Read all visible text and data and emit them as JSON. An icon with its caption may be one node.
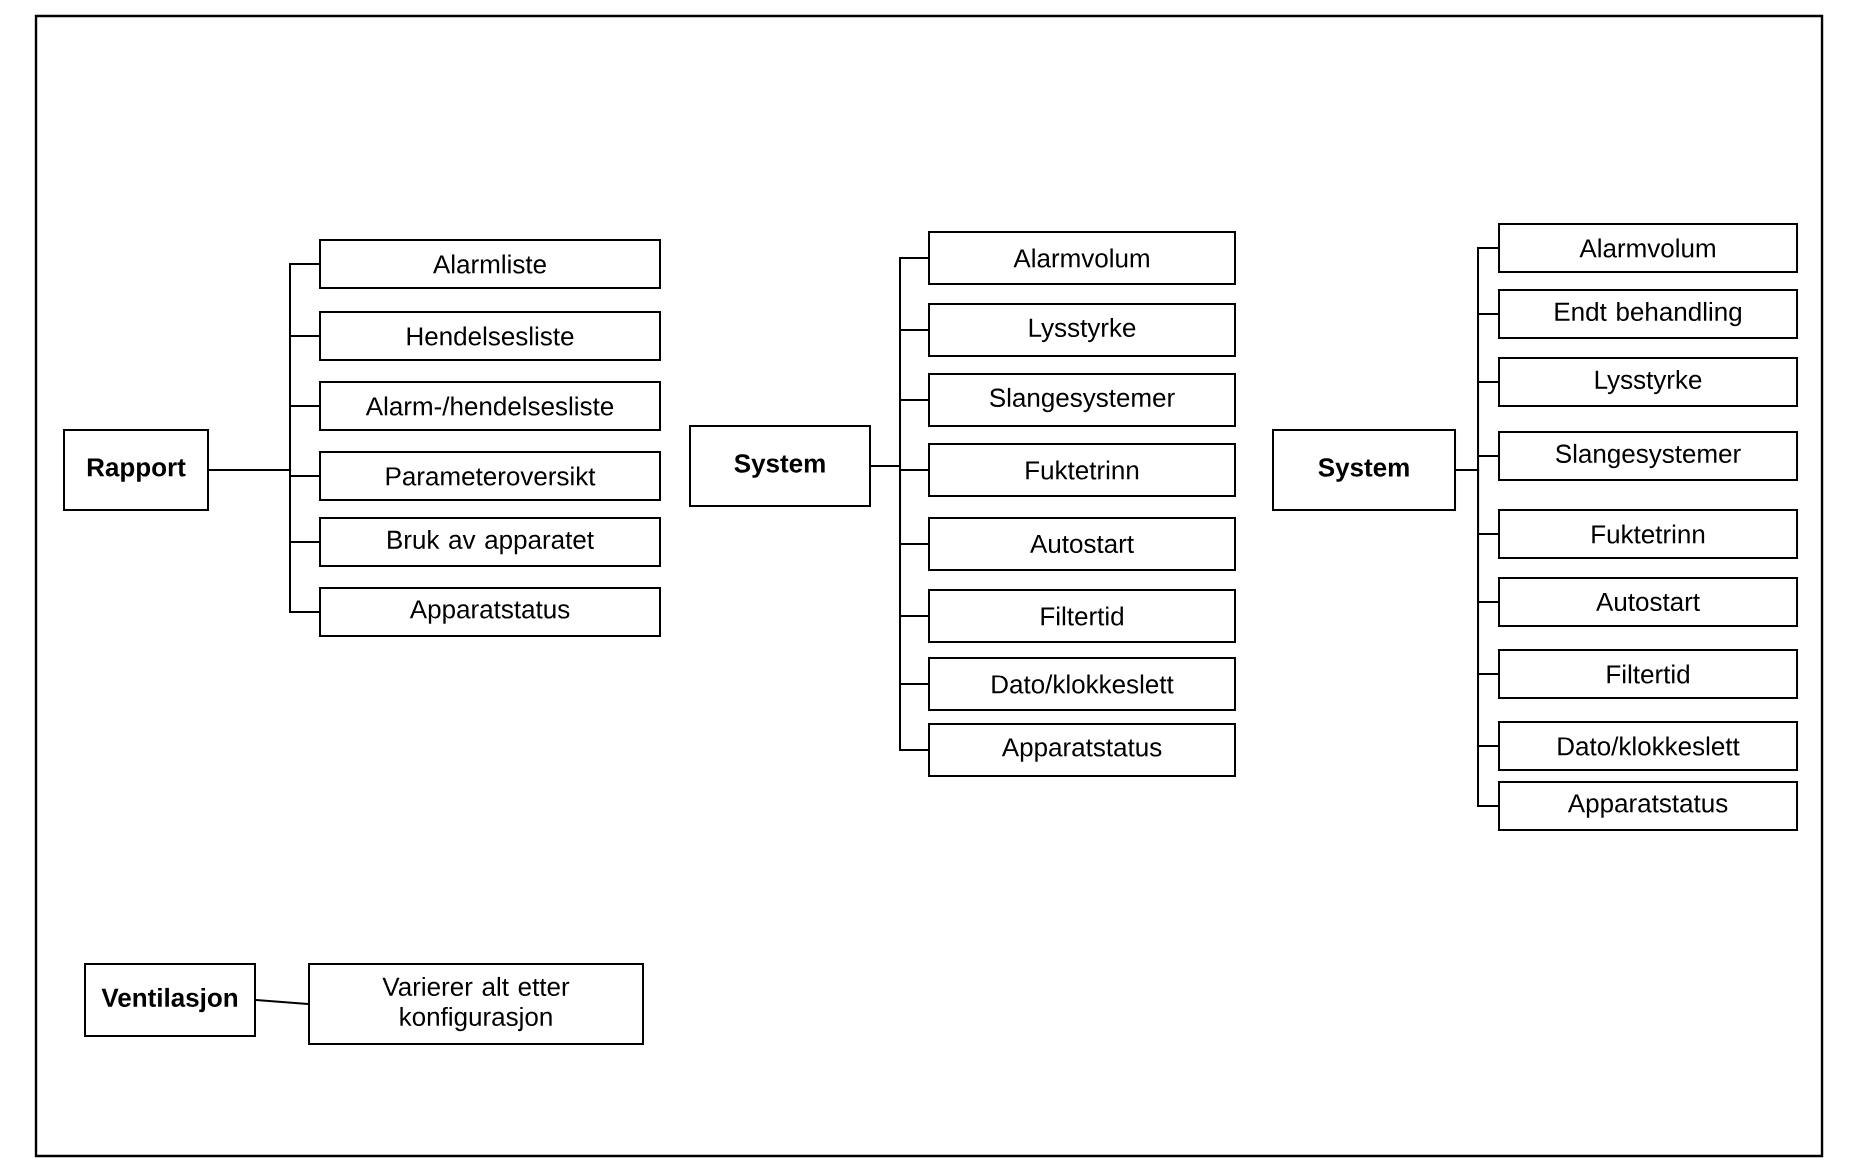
{
  "diagram": {
    "nodes": [
      {
        "text": [
          "Rapport"
        ]
      },
      {
        "text": [
          "Alarmliste"
        ]
      },
      {
        "text": [
          "Hendelsesliste"
        ]
      },
      {
        "text": [
          "Alarm-/hendelsesliste"
        ]
      },
      {
        "text": [
          "Parameteroversikt"
        ]
      },
      {
        "text": [
          "Bruk av apparatet"
        ]
      },
      {
        "text": [
          "Apparatstatus"
        ]
      },
      {
        "text": [
          "System"
        ]
      },
      {
        "text": [
          "Alarmvolum"
        ]
      },
      {
        "text": [
          "Lysstyrke"
        ]
      },
      {
        "text": [
          "Slangesystemer"
        ]
      },
      {
        "text": [
          "Fuktetrinn"
        ]
      },
      {
        "text": [
          "Autostart"
        ]
      },
      {
        "text": [
          "Filtertid"
        ]
      },
      {
        "text": [
          "Dato/klokkeslett"
        ]
      },
      {
        "text": [
          "Apparatstatus"
        ]
      },
      {
        "text": [
          "System"
        ]
      },
      {
        "text": [
          "Alarmvolum"
        ]
      },
      {
        "text": [
          "Endt behandling"
        ]
      },
      {
        "text": [
          "Lysstyrke"
        ]
      },
      {
        "text": [
          "Slangesystemer"
        ]
      },
      {
        "text": [
          "Fuktetrinn"
        ]
      },
      {
        "text": [
          "Autostart"
        ]
      },
      {
        "text": [
          "Filtertid"
        ]
      },
      {
        "text": [
          "Dato/klokkeslett"
        ]
      },
      {
        "text": [
          "Apparatstatus"
        ]
      },
      {
        "text": [
          "Ventilasjon"
        ]
      },
      {
        "text": [
          "Varierer alt etter konfigurasjon"
        ]
      }
    ],
    "edges": [
      {
        "from": 0,
        "to": 1,
        "arrow": "none"
      },
      {
        "from": 0,
        "to": 2,
        "arrow": "none"
      },
      {
        "from": 0,
        "to": 3,
        "arrow": "none"
      },
      {
        "from": 0,
        "to": 4,
        "arrow": "none"
      },
      {
        "from": 0,
        "to": 5,
        "arrow": "none"
      },
      {
        "from": 0,
        "to": 6,
        "arrow": "none"
      },
      {
        "from": 7,
        "to": 8,
        "arrow": "none"
      },
      {
        "from": 7,
        "to": 9,
        "arrow": "none"
      },
      {
        "from": 7,
        "to": 10,
        "arrow": "none"
      },
      {
        "from": 7,
        "to": 11,
        "arrow": "none"
      },
      {
        "from": 7,
        "to": 12,
        "arrow": "none"
      },
      {
        "from": 7,
        "to": 13,
        "arrow": "none"
      },
      {
        "from": 7,
        "to": 14,
        "arrow": "none"
      },
      {
        "from": 7,
        "to": 15,
        "arrow": "none"
      },
      {
        "from": 16,
        "to": 17,
        "arrow": "none"
      },
      {
        "from": 16,
        "to": 18,
        "arrow": "none"
      },
      {
        "from": 16,
        "to": 19,
        "arrow": "none"
      },
      {
        "from": 16,
        "to": 20,
        "arrow": "none"
      },
      {
        "from": 16,
        "to": 21,
        "arrow": "none"
      },
      {
        "from": 16,
        "to": 22,
        "arrow": "none"
      },
      {
        "from": 16,
        "to": 23,
        "arrow": "none"
      },
      {
        "from": 16,
        "to": 24,
        "arrow": "none"
      },
      {
        "from": 16,
        "to": 25,
        "arrow": "none"
      },
      {
        "from": 26,
        "to": 27,
        "arrow": "none"
      }
    ]
  }
}
